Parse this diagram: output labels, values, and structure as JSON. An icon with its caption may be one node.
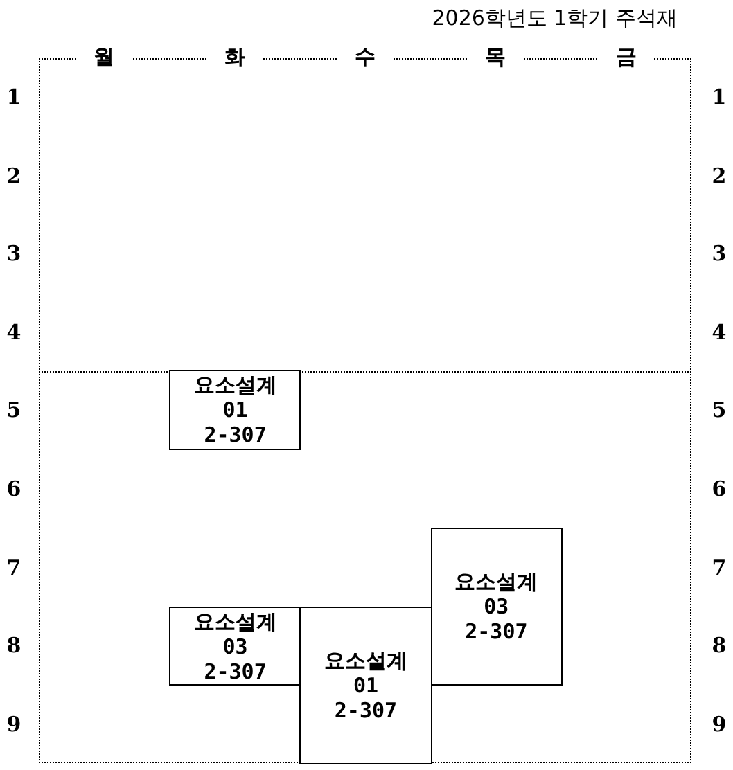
{
  "diagram": {
    "title": "2026학년도 1학기 주석재",
    "nodes": [
      {
        "text": [
          "요소설계",
          "01",
          "2-307"
        ]
      },
      {
        "text": [
          "요소설계",
          "03",
          "2-307"
        ]
      },
      {
        "text": [
          "요소설계",
          "03",
          "2-307"
        ]
      },
      {
        "text": [
          "요소설계",
          "01",
          "2-307"
        ]
      }
    ],
    "labels": [
      "월",
      "화",
      "수",
      "목",
      "금",
      "1",
      "1",
      "2",
      "2",
      "3",
      "3",
      "4",
      "4",
      "5",
      "5",
      "6",
      "6",
      "7",
      "7",
      "8",
      "8",
      "9",
      "9"
    ]
  }
}
